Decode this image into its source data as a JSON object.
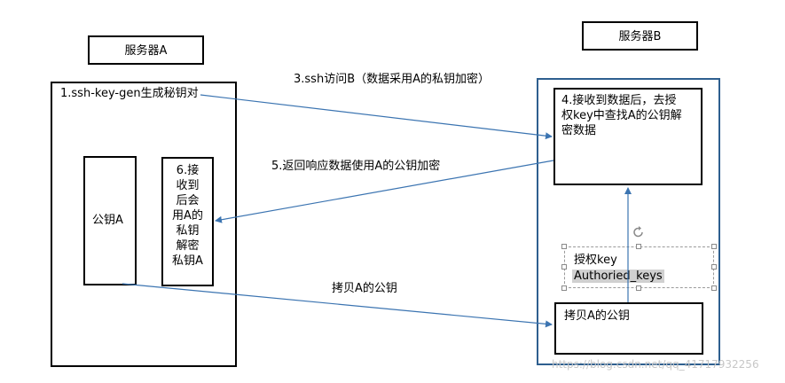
{
  "server_a": {
    "label": "服务器A"
  },
  "server_b": {
    "label": "服务器B"
  },
  "step1": "1.ssh-key-gen生成秘钥对",
  "step3": "3.ssh访问B（数据采用A的私钥加密）",
  "step4": [
    "4.接收到数据后，去授",
    "权key中查找A的公钥解",
    "密数据"
  ],
  "step5": "5.返回响应数据使用A的公钥加密",
  "public_key_a": "公钥A",
  "step6": [
    "6.接",
    "收到",
    "后会",
    "用A的",
    "私钥",
    "解密",
    "私钥A"
  ],
  "copy_label": "拷贝A的公钥",
  "copy_box": "拷贝A的公钥",
  "auth_key": {
    "title": "授权key",
    "file": "Authoried_keys"
  },
  "watermark": "https://blog.csdn.net/qq_41717932256",
  "colors": {
    "arrow": "#3b74b1",
    "server_b_frame": "#2e5f8f"
  }
}
